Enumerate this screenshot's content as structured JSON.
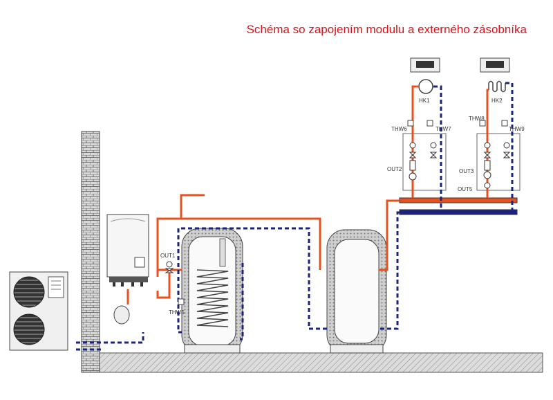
{
  "title": "Schéma so zapojením modulu a externého zásobníka",
  "labels": {
    "hk1": "HK1",
    "hk2": "HK2",
    "thw6": "THW6",
    "thw7": "THW7",
    "thw8": "THW8",
    "thw9": "THW9",
    "out1": "OUT1",
    "out2": "OUT2",
    "out3": "OUT3",
    "out5": "OUT5",
    "thw5": "THW5"
  },
  "colors": {
    "supply": "#e8501e",
    "return": "#1a237e",
    "title": "#e0101a"
  }
}
